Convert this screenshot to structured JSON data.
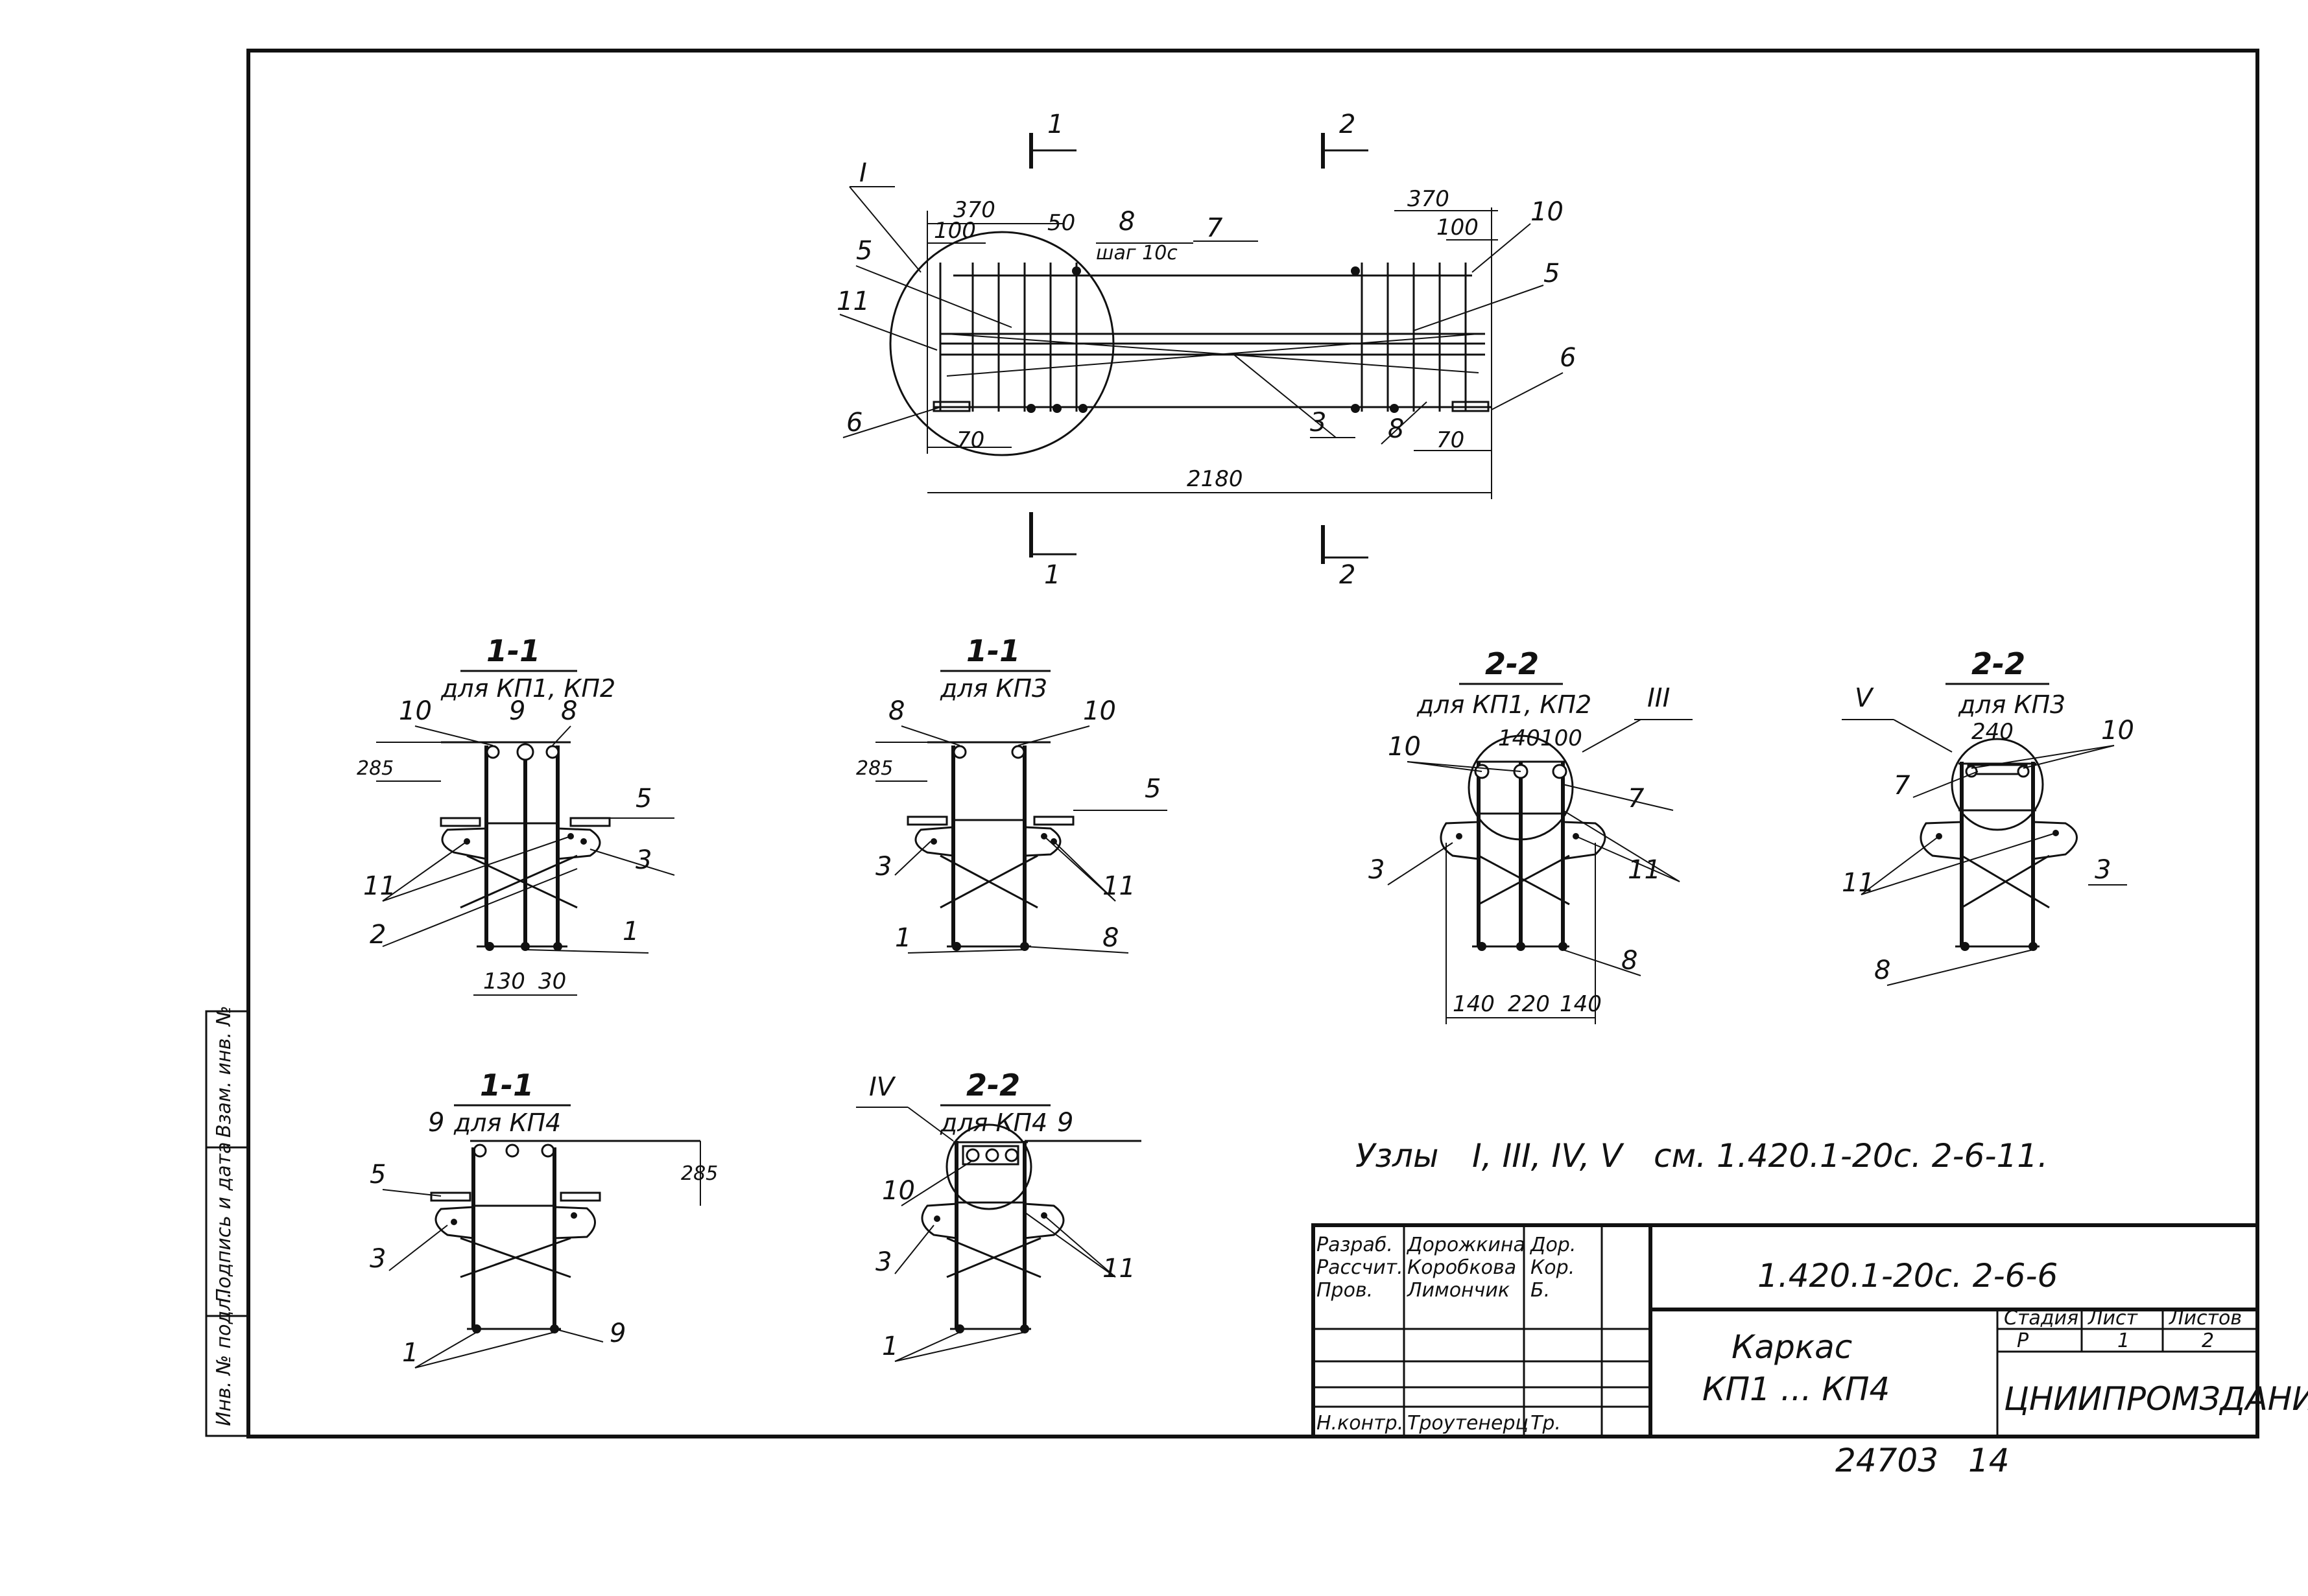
{
  "colors": {
    "ink": "#111111",
    "paper": "#ffffff"
  },
  "elevation": {
    "node_I": "I",
    "cut1": "1",
    "cut2": "2",
    "dims": {
      "d370a": "370",
      "d100a": "100",
      "d50": "50",
      "d370b": "370",
      "d100b": "100",
      "d70a": "70",
      "d70b": "70",
      "d2180": "2180"
    },
    "pos": {
      "p1": "I",
      "p5a": "5",
      "p11": "11",
      "p6a": "6",
      "p8a": "8",
      "step": "шаг 10с",
      "p7": "7",
      "p10": "10",
      "p5b": "5",
      "p6b": "6",
      "p3": "3",
      "p8b": "8"
    }
  },
  "sections": {
    "s1": {
      "title": "1-1",
      "sub": "для КП1, КП2",
      "p10": "10",
      "p9": "9",
      "p8": "8",
      "d285": "285",
      "p5": "5",
      "p11": "11",
      "p3": "3",
      "p2": "2",
      "p1": "1",
      "d130": "130",
      "d30": "30"
    },
    "s2": {
      "title": "1-1",
      "sub": "для КП3",
      "p8": "8",
      "p10": "10",
      "d285": "285",
      "p5": "5",
      "p3": "3",
      "p11": "11",
      "p1": "1",
      "p8b": "8"
    },
    "s3": {
      "title": "2-2",
      "sub": "для КП1, КП2",
      "node": "III",
      "d140a": "140",
      "d100": "100",
      "p10": "10",
      "p7": "7",
      "p11": "11",
      "p3": "3",
      "p8": "8",
      "d140b": "140",
      "d220": "220",
      "d140c": "140"
    },
    "s4": {
      "title": "2-2",
      "sub": "для КП3",
      "node": "V",
      "d240": "240",
      "p10": "10",
      "p7": "7",
      "p11": "11",
      "p3": "3",
      "p8": "8"
    },
    "s5": {
      "title": "1-1",
      "sub": "для КП4",
      "p9": "9",
      "d285": "285",
      "p5": "5",
      "p3": "3",
      "p1": "1",
      "p9b": "9"
    },
    "s6": {
      "title": "2-2",
      "sub": "для КП4",
      "node": "IV",
      "p9": "9",
      "p10": "10",
      "p3": "3",
      "p11": "11",
      "p1": "1"
    }
  },
  "note": {
    "lead": "Узлы",
    "nodes": "I, III, IV, V",
    "ref": "см. 1.420.1-20с. 2-6-11."
  },
  "side_stamp": {
    "inv": "Инв. № подл.",
    "sign": "Подпись и дата",
    "repl": "Взам. инв. №"
  },
  "title_block": {
    "roles": [
      "Разраб.",
      "Рассчит.",
      "Пров.",
      "Н.контр."
    ],
    "names": [
      "Дорожкина",
      "Коробкова",
      "Лимончик",
      "Троутенерц"
    ],
    "signs": [
      "Дор.",
      "Кор.",
      "Б.",
      "Тр."
    ],
    "code": "1.420.1-20с. 2-6-6",
    "name1": "Каркас",
    "name2": "КП1 ... КП4",
    "stage_h": "Стадия",
    "sheet_h": "Лист",
    "sheets_h": "Листов",
    "stage": "Р",
    "sheet": "1",
    "sheets": "2",
    "org": "ЦНИИПРОМЗДАНИЙ"
  },
  "footer": {
    "inv": "24703",
    "page": "14"
  }
}
